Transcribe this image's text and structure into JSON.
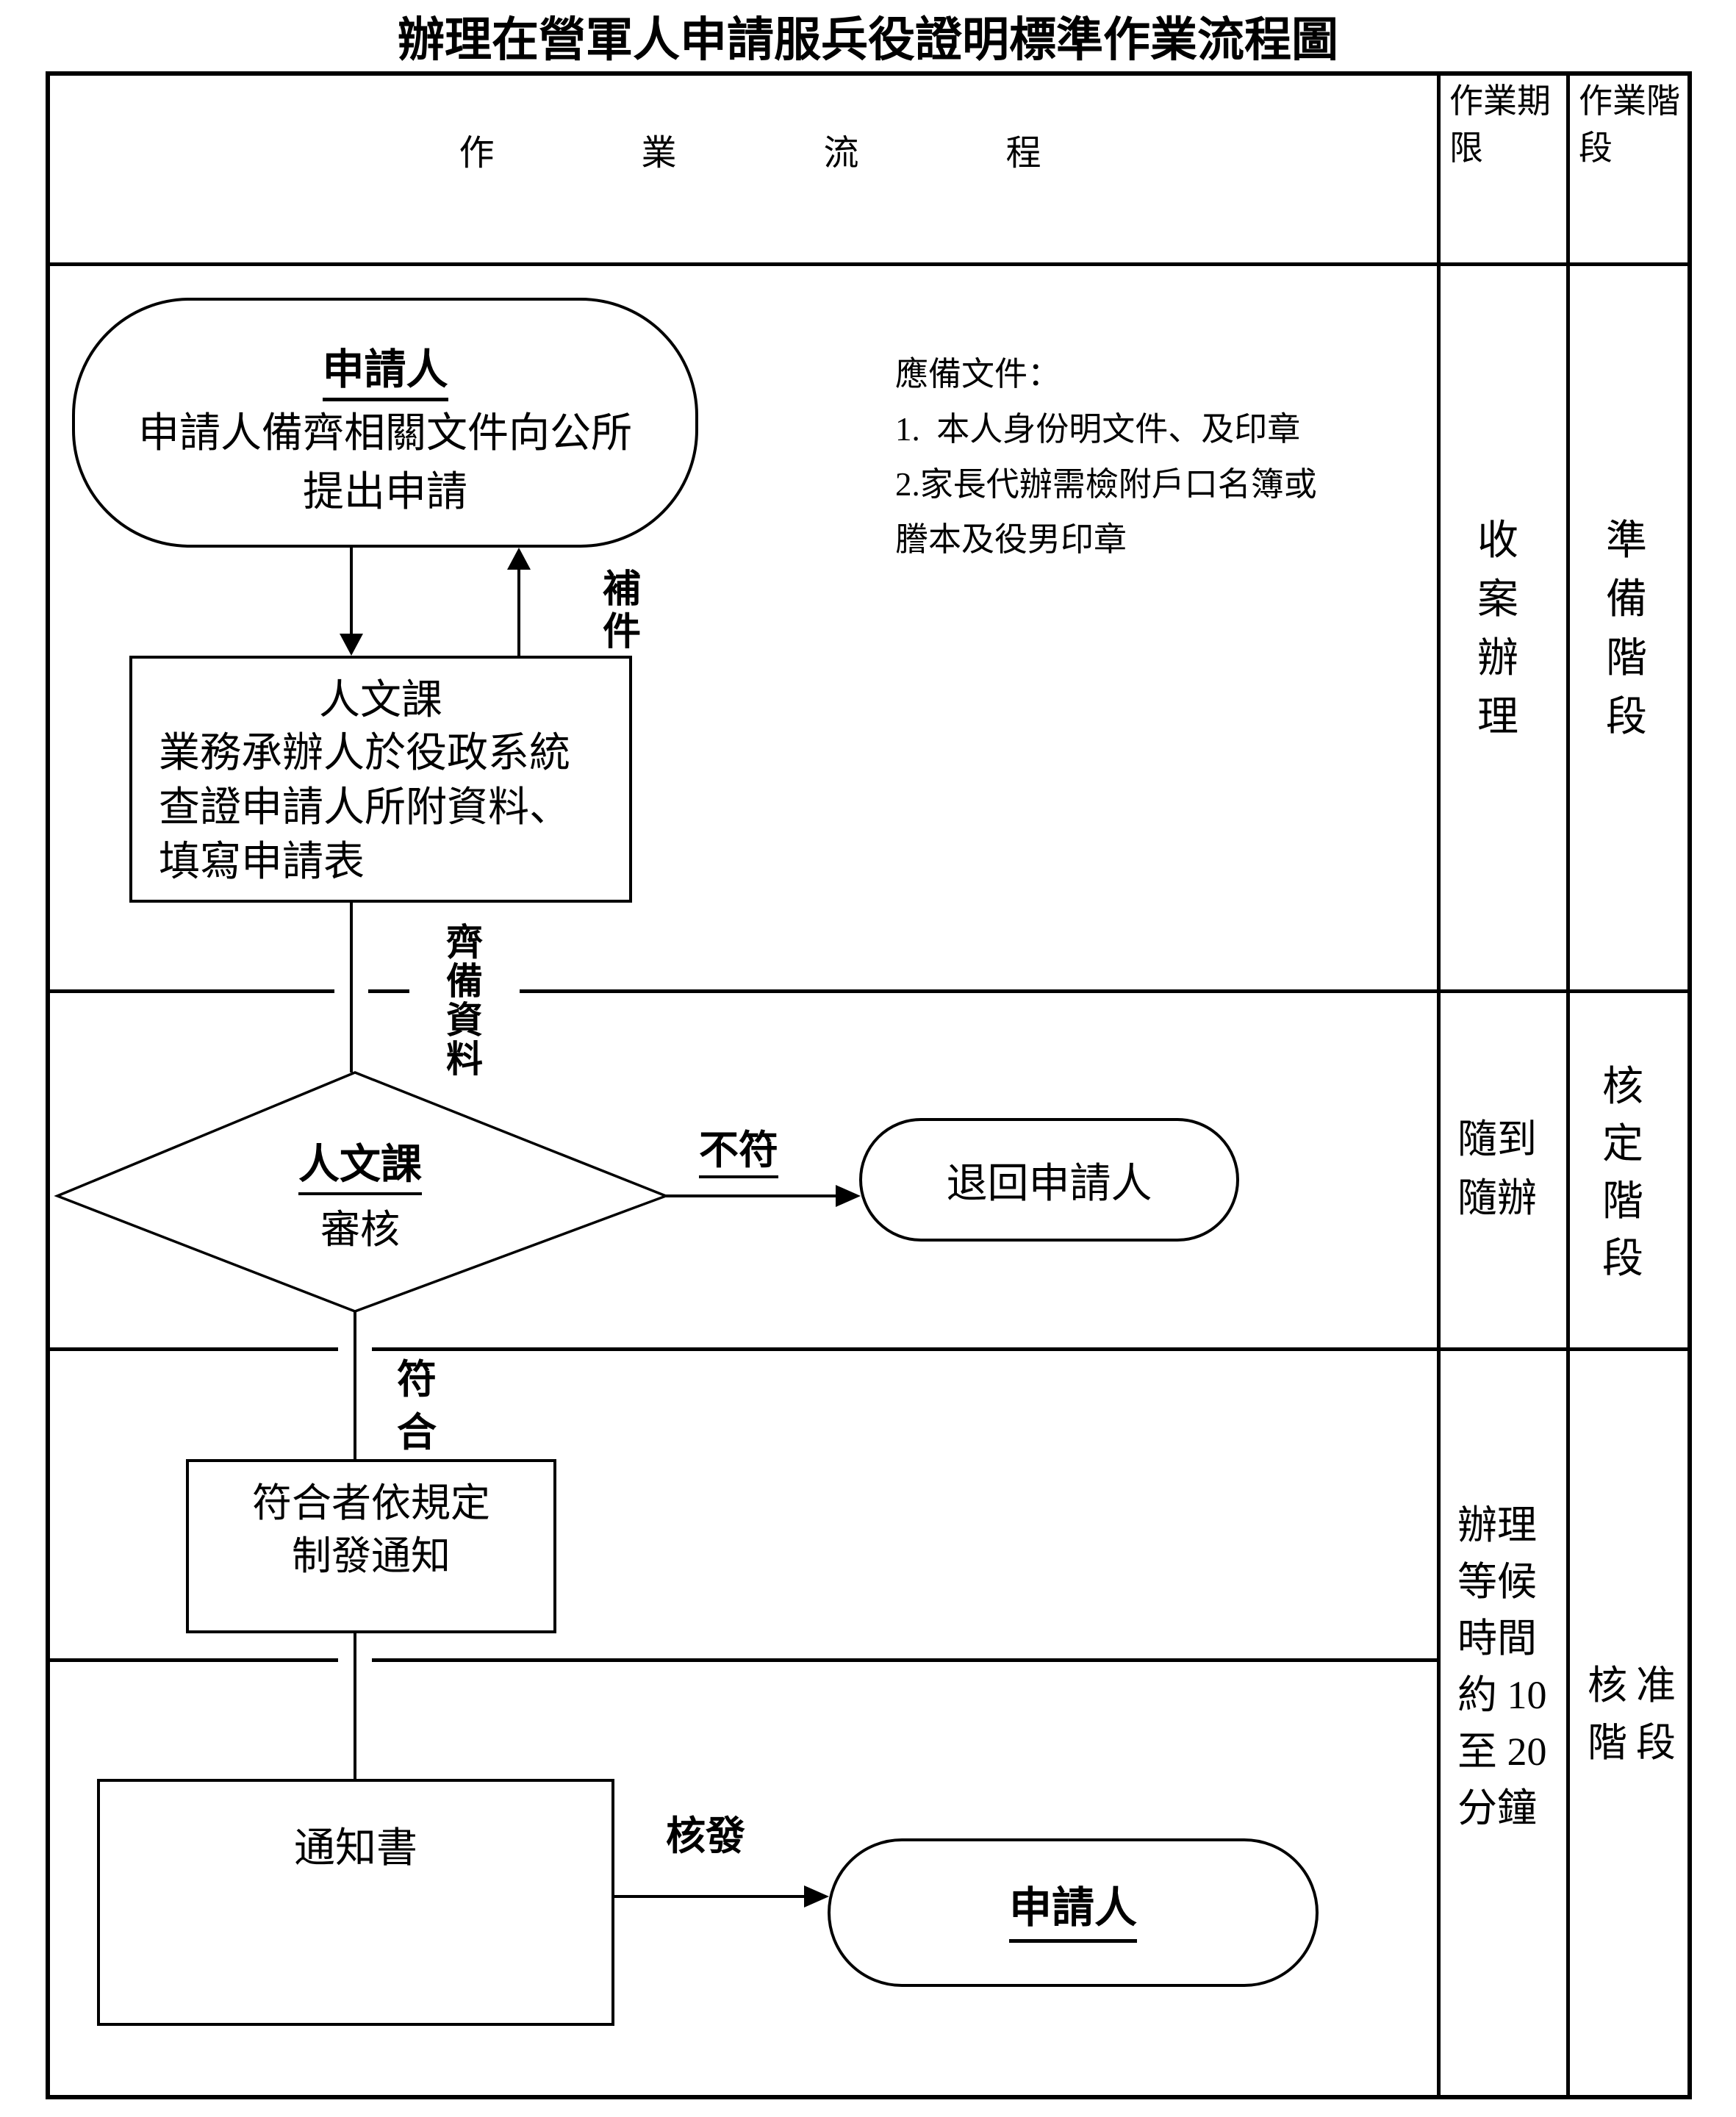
{
  "title": "辦理在營軍人申請服兵役證明標準作業流程圖",
  "columns": {
    "flow": "作業流程",
    "period": "作業期限",
    "stage": "作業階段"
  },
  "flow": {
    "applicant_start": {
      "title": "申請人",
      "line1": "申請人備齊相關文件向公所",
      "line2": "提出申請"
    },
    "required_documents": [
      "應備文件：",
      "1.  本人身份明文件、及印章",
      "2.家長代辦需檢附戶口名簿或",
      "謄本及役男印章"
    ],
    "supplement_label": "補件",
    "review_box": {
      "title": "人文課",
      "lines": [
        "業務承辦人於役政系統",
        "查證申請人所附資料、",
        "填寫申請表"
      ]
    },
    "ready_label": "齊備資料",
    "decision": {
      "title": "人文課",
      "subtitle": "審核"
    },
    "mismatch_label": "不符",
    "return_terminal": "退回申請人",
    "match_label": "符合",
    "notice_issue_box": [
      "符合者依規定",
      "制發通知"
    ],
    "notice_doc_box": "通知書",
    "issue_label": "核發",
    "applicant_end": "申請人"
  },
  "period": {
    "row1": "收案辦理",
    "row2": "隨到隨辦",
    "row3": [
      "辦理",
      "等候",
      "時間",
      "約 10",
      "至 20",
      "分鐘"
    ]
  },
  "stage": {
    "row1": "準備階段",
    "row2": "核定階段",
    "row3": "核准階段"
  }
}
